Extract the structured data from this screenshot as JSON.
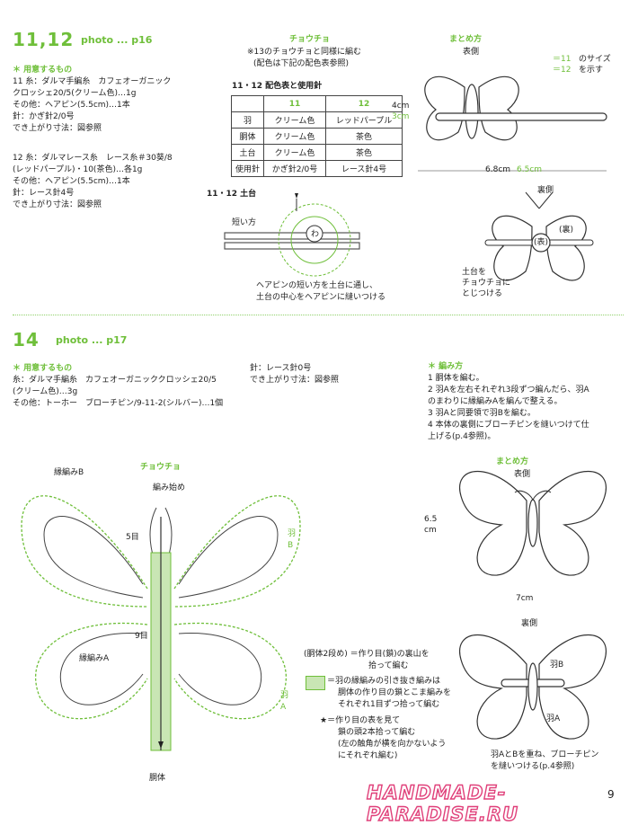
{
  "top": {
    "title_num": "11,12",
    "photo_ref": "photo ... p16",
    "materials_head": "＊ 用意するもの",
    "m11_1": "11  糸：ダルマ手編糸　カフェオーガニック",
    "m11_2": "クロッシェ20/5(クリーム色)…1g",
    "m11_3": "その他：ヘアピン(5.5cm)…1本",
    "m11_4": "針：かぎ針2/0号",
    "m11_5": "でき上がり寸法：図参照",
    "m12_1": "12  糸：ダルマレース糸　レース糸＃30葵/8",
    "m12_2": "(レッドパープル)・10(茶色)…各1g",
    "m12_3": "その他：ヘアピン(5.5cm)…1本",
    "m12_4": "針：レース針4号",
    "m12_5": "でき上がり寸法：図参照",
    "choucho_title": "チョウチョ",
    "choucho_note1": "※13のチョウチョと同様に編む",
    "choucho_note2": "(配色は下記の配色表参照)",
    "table_title": "11・12  配色表と使用針",
    "table_head": [
      "",
      "11",
      "12"
    ],
    "table_rows": [
      [
        "羽",
        "クリーム色",
        "レッドパープル"
      ],
      [
        "胴体",
        "クリーム色",
        "茶色"
      ],
      [
        "土台",
        "クリーム色",
        "茶色"
      ],
      [
        "使用針",
        "かぎ針2/0号",
        "レース針4号"
      ]
    ],
    "base_title": "11・12  土台",
    "base_short": "短い方",
    "base_center": "わ",
    "base_note1": "ヘアピンの短い方を土台に通し、",
    "base_note2": "土台の中心をヘアピンに縫いつける",
    "finish_title": "まとめ方",
    "front_label": "表側",
    "size11": "＝11",
    "size12": "＝12",
    "size_note1": "のサイズ",
    "size_note2": "を示す",
    "h11": "4cm",
    "h12": "3cm",
    "w11": "6.8cm",
    "w12": "6.5cm",
    "back_label": "裏側",
    "omote": "(表)",
    "ura": "(裏)",
    "attach1": "土台を",
    "attach2": "チョウチョに",
    "attach3": "とじつける"
  },
  "bottom": {
    "title_num": "14",
    "photo_ref": "photo ... p17",
    "materials_head": "＊ 用意するもの",
    "m1": "糸：ダルマ手編糸　カフェオーガニッククロッシェ20/5",
    "m2": "(クリーム色)…3g",
    "m3": "その他：トーホー　ブローチピン/9-11-2(シルバー)…1個",
    "m4": "針：レース針0号",
    "m5": "でき上がり寸法：図参照",
    "method_head": "＊ 編み方",
    "steps": [
      "1  胴体を編む。",
      "2  羽Aを左右それぞれ3段ずつ編んだら、羽A",
      "    のまわりに縁編みAを編んで整える。",
      "3  羽Aと同要領で羽Bを編む。",
      "4  本体の裏側にブローチピンを縫いつけて仕",
      "    上げる(p.4参照)。"
    ],
    "choucho_title": "チョウチョ",
    "edge_b": "縁編みB",
    "edge_a": "縁編みA",
    "start": "編み始め",
    "row5": "5目",
    "row9": "9目",
    "wing_b": "羽\nB",
    "wing_a": "羽\nA",
    "body": "胴体",
    "leg1a": "(胴体2段め) ＝作り目(鎖)の裏山を",
    "leg1b": "拾って編む",
    "leg2a": "＝羽の縁編みの引き抜き編みは",
    "leg2b": "胴体の作り目の鎖とこま編みを",
    "leg2c": "それぞれ1目ずつ拾って編む",
    "leg3a": "★＝作り目の表を見て",
    "leg3b": "鎖の頭2本拾って編む",
    "leg3c": "(左の触角が横を向かないよう",
    "leg3d": "にそれぞれ編む)",
    "finish_title": "まとめ方",
    "front_label": "表側",
    "height": "6.5\ncm",
    "width": "7cm",
    "back_label": "裏側",
    "wingB": "羽B",
    "wingA": "羽A",
    "note1": "羽AとBを重ね、ブローチピン",
    "note2": "を縫いつける(p.4参照)"
  },
  "watermark": "HANDMADE-PARADISE.RU",
  "page_num": "9"
}
